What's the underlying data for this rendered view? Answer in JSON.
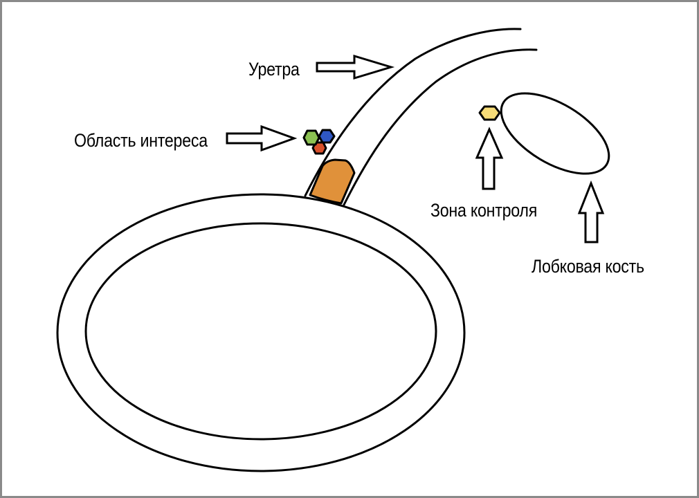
{
  "diagram": {
    "language": "ru",
    "labels": {
      "urethra": "Уретра",
      "region_of_interest": "Область интереса",
      "control_zone": "Зона контроля",
      "pubic_bone": "Лобковая кость"
    },
    "structures": [
      {
        "id": "bladder",
        "label": null,
        "shape": "double-walled ellipse"
      },
      {
        "id": "urethra",
        "label": "Уретра",
        "shape": "curved tube"
      },
      {
        "id": "bladder-neck-segment",
        "label": null,
        "shape": "filled patch at urethra origin"
      },
      {
        "id": "pubic-bone",
        "label": "Лобковая кость",
        "shape": "tilted ellipse"
      }
    ],
    "markers": {
      "region_of_interest": [
        {
          "name": "green-marker",
          "color": "#8cc152"
        },
        {
          "name": "blue-marker",
          "color": "#2f57c4"
        },
        {
          "name": "red-marker",
          "color": "#d9502b"
        }
      ],
      "control_zone": [
        {
          "name": "yellow-marker",
          "color": "#f6dc78"
        }
      ]
    },
    "colors": {
      "bladder_neck_fill": "#e0913a",
      "line": "#000000",
      "background": "#ffffff",
      "frame": "#8a8a8a"
    },
    "arrows": [
      {
        "from": "urethra-label",
        "to": "urethra",
        "direction": "right"
      },
      {
        "from": "region-of-interest-label",
        "to": "region-of-interest-markers",
        "direction": "right"
      },
      {
        "from": "control-zone-label",
        "to": "yellow-marker",
        "direction": "up"
      },
      {
        "from": "pubic-bone-label",
        "to": "pubic-bone",
        "direction": "up"
      }
    ]
  }
}
